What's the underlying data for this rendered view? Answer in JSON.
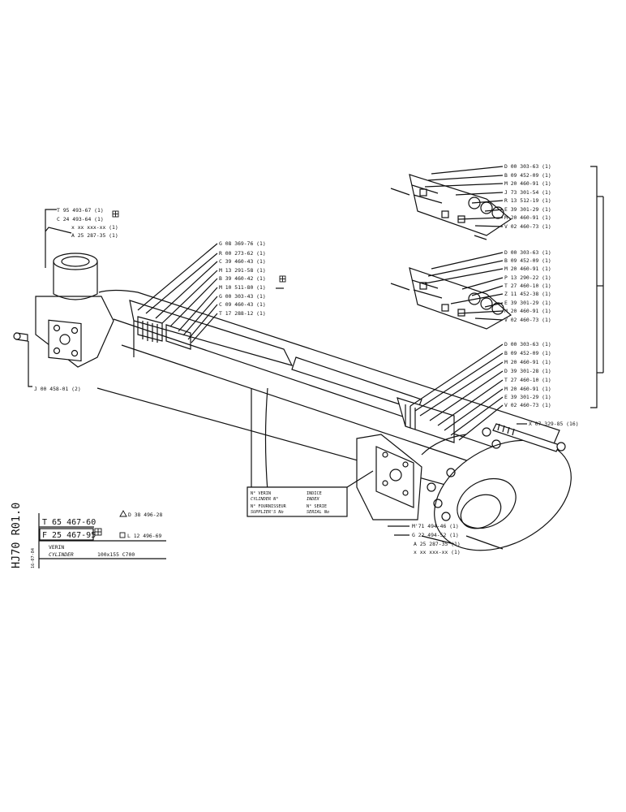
{
  "labels": {
    "left_top": [
      "T 95 493-67 (1)",
      "C 24 493-64 (1)",
      "x xx xxx-xx (1)",
      "A 25 287-35 (1)"
    ],
    "grease": "J 00 458-01 (2)",
    "mid": [
      "G 08 369-76 (1)",
      "R 00 273-62 (1)",
      "C 39 460-43 (1)",
      "M 13 291-58 (1)",
      "B 39 460-42 (1)",
      "M 10 511-80 (1)",
      "G 00 303-43 (1)",
      "C 09 460-43 (1)",
      "T 17 288-12 (1)"
    ],
    "kit1": [
      "D 00 303-63 (1)",
      "B 09 452-09 (1)",
      "M 20 460-91 (1)",
      "J 73 301-54 (1)",
      "R 13 512-19 (1)",
      "E 39 301-29 (1)",
      "M 20 460-91 (1)",
      "V 02 460-73 (1)"
    ],
    "kit2": [
      "D 00 303-63 (1)",
      "B 09 452-09 (1)",
      "M 20 460-91 (1)",
      "P 13 290-22 (1)",
      "T 27 460-10 (1)",
      "Z 11 452-38 (1)",
      "E 39 301-29 (1)",
      "M 20 460-91 (1)",
      "V 02 460-73 (1)"
    ],
    "kit3": [
      "D 00 303-63 (1)",
      "B 09 452-09 (1)",
      "M 20 460-91 (1)",
      "D 39 301-28 (1)",
      "T 27 460-10 (1)",
      "M 20 460-91 (1)",
      "E 39 301-29 (1)",
      "V 02 460-73 (1)"
    ],
    "screw": "X 07 329-85 (16)",
    "rod_end": [
      "M'71 494-46 (1)",
      "G 22 494-52 (1)",
      "A 25 287-35 (1)",
      "x xx xxx-xx (1)"
    ]
  },
  "plate": {
    "verin": "N° VERIN",
    "cylinder_no": "CYLINDER N°",
    "fournisseur": "N° FOURNISSEUR",
    "supplier_no": "SUPPLIER'S No",
    "indice": "INDICE",
    "index": "INDEX",
    "serie": "N° SERIE",
    "serial_no": "SERIAL No"
  },
  "title_block": {
    "side_code": "HJ70 R01.0",
    "date": "16-07-84",
    "part_no": "T 65 467-60",
    "alt_part_no": "F 25 467-95",
    "ref_a": "D 38 496-28",
    "ref_b": "L 12 496-69",
    "verin": "VERIN",
    "cylinder": "CYLINDER",
    "spec": "100x155  C700"
  }
}
